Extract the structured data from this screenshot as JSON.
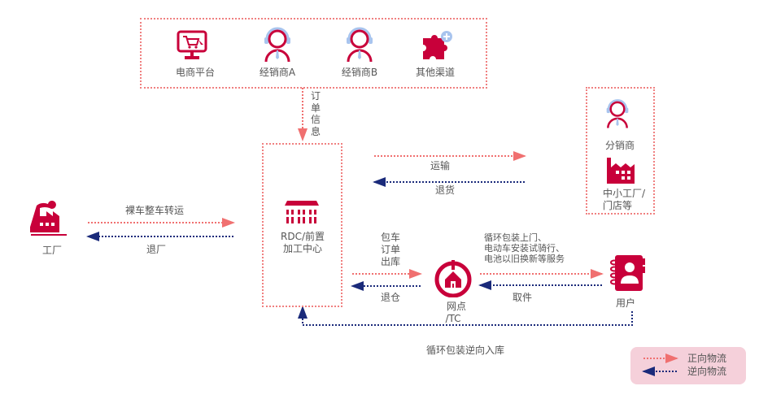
{
  "colors": {
    "brand_red": "#c8003a",
    "forward": "#f07070",
    "reverse": "#1a2a7a",
    "legend_bg": "#f5d0da"
  },
  "channels": [
    {
      "label": "电商平台",
      "icon": "shopping-cart-monitor-icon"
    },
    {
      "label": "经销商A",
      "icon": "headset-person-icon"
    },
    {
      "label": "经销商B",
      "icon": "headset-person-icon"
    },
    {
      "label": "其他渠道",
      "icon": "puzzle-plus-icon"
    }
  ],
  "order_info": "订单信息",
  "factory": {
    "label": "工厂",
    "icon": "factory-icon"
  },
  "factory_forward": "裸车整车转运",
  "factory_reverse": "退厂",
  "rdc": {
    "line1": "RDC/前置",
    "line2": "加工中心",
    "icon": "warehouse-icon"
  },
  "transport": "运输",
  "return_goods": "退货",
  "distributor": {
    "label": "分销商",
    "icon": "headset-person-icon"
  },
  "small_factory": {
    "line1": "中小工厂/",
    "line2": "门店等",
    "icon": "factory-icon"
  },
  "outbound": [
    "包车",
    "订单",
    "出库"
  ],
  "return_warehouse": "退仓",
  "outlet": {
    "line1": "网点",
    "line2": "/TC",
    "icon": "outlet-home-icon"
  },
  "services": [
    "循环包装上门、",
    "电动车安装试骑行、",
    "电池以旧换新等服务"
  ],
  "pickup": "取件",
  "user": {
    "label": "用户",
    "icon": "contact-book-icon"
  },
  "packaging_return": "循环包装逆向入库",
  "legend": {
    "forward": "正向物流",
    "reverse": "逆向物流"
  }
}
